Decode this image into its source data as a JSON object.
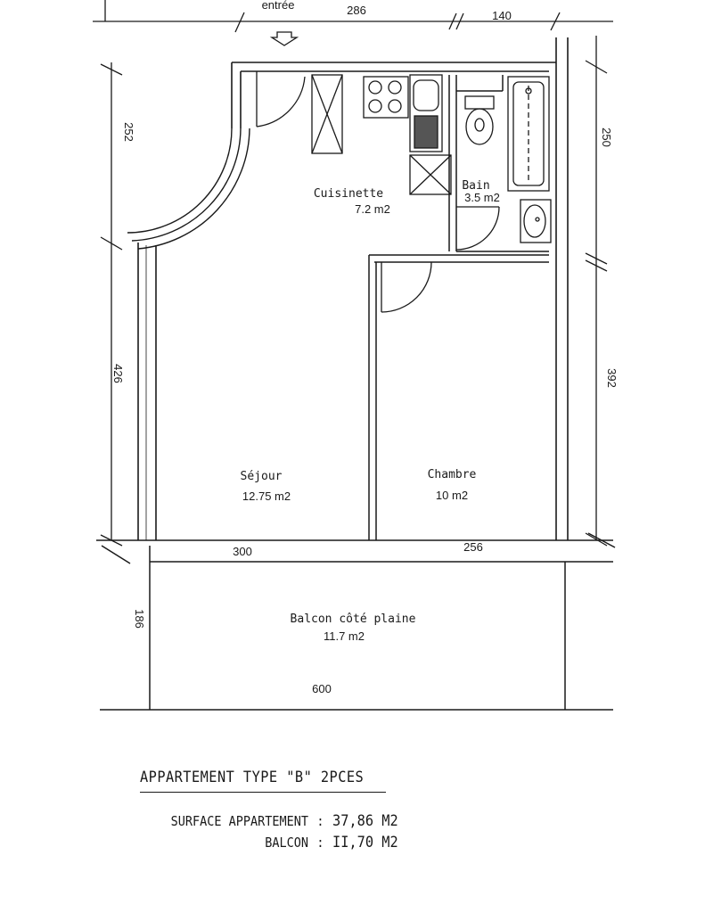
{
  "plan": {
    "entrance_label": "entrée",
    "dimensions": {
      "top_left": "286",
      "top_right": "140",
      "left_upper": "252",
      "left_lower": "426",
      "right_upper": "250",
      "right_lower": "392",
      "bottom_left": "300",
      "bottom_right": "256",
      "balcony_depth": "186",
      "balcony_width": "600"
    },
    "rooms": [
      {
        "id": "cuisinette",
        "name": "Cuisinette",
        "area": "7.2 m2"
      },
      {
        "id": "bain",
        "name": "Bain",
        "area": "3.5 m2"
      },
      {
        "id": "sejour",
        "name": "Séjour",
        "area": "12.75 m2"
      },
      {
        "id": "chambre",
        "name": "Chambre",
        "area": "10 m2"
      },
      {
        "id": "balcon",
        "name": "Balcon côté plaine",
        "area": "11.7 m2"
      }
    ]
  },
  "legend": {
    "type_line": "APPARTEMENT TYPE \"B\"  2PCES",
    "surface_label": "SURFACE APPARTEMENT",
    "surface_sep": ":",
    "surface_value": "37,86 M2",
    "balcon_label": "BALCON",
    "balcon_sep": ":",
    "balcon_value": "II,70 M2"
  },
  "colors": {
    "ink": "#1a1a1a",
    "background": "#ffffff"
  }
}
